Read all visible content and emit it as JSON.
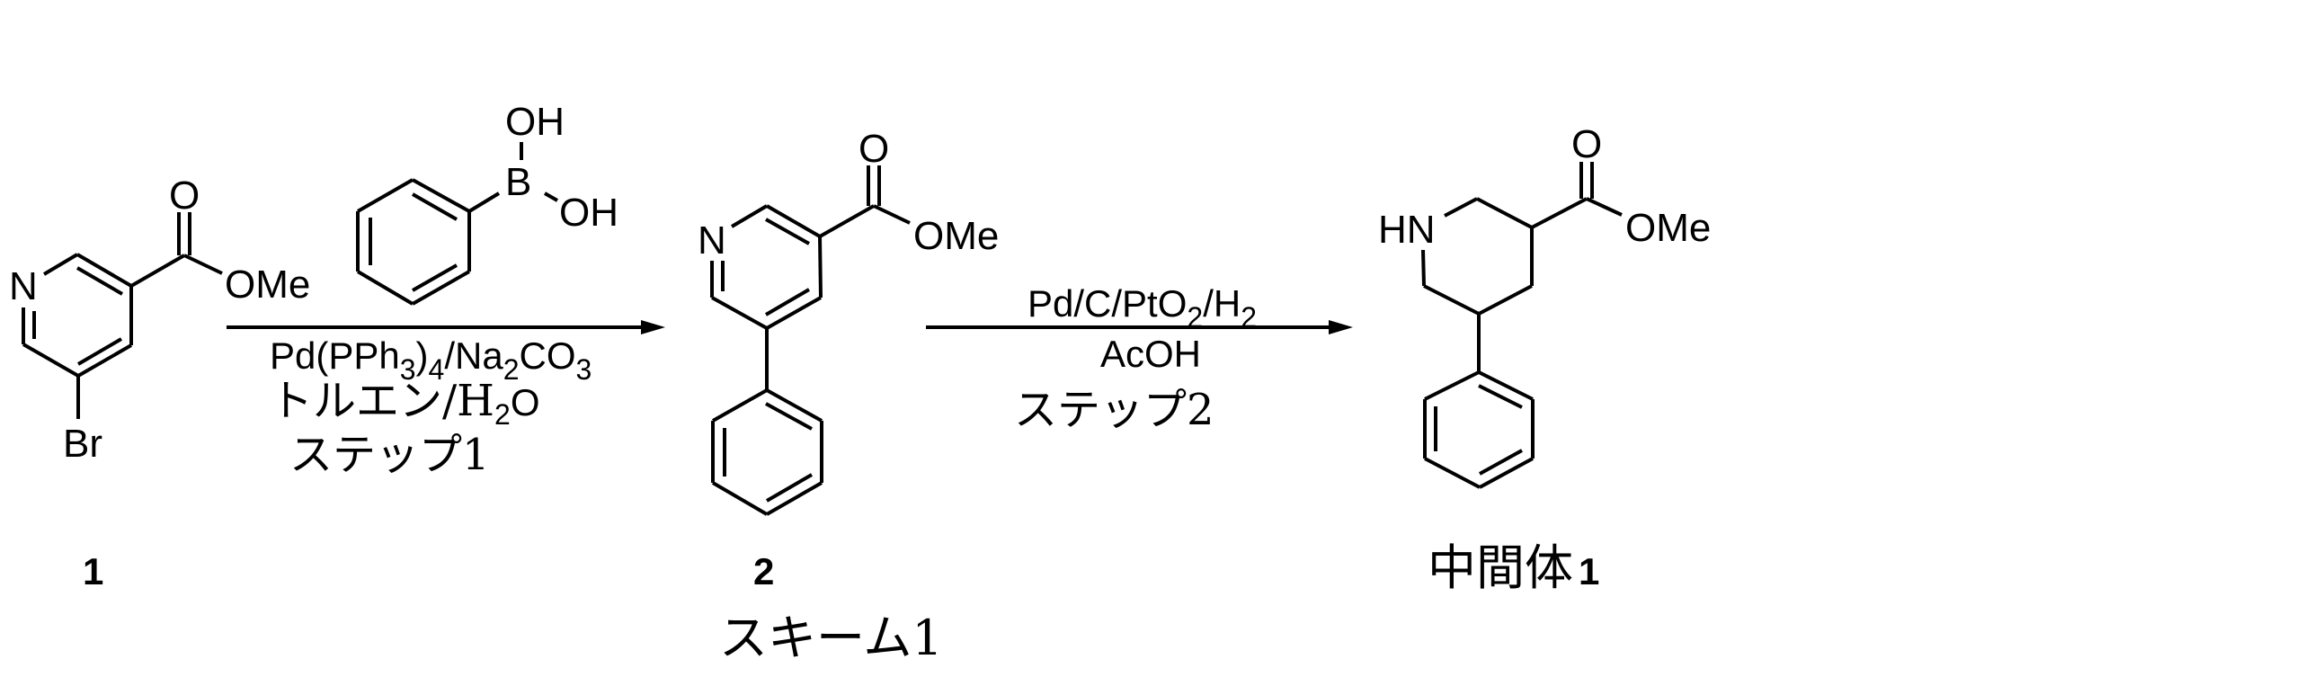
{
  "scheme": {
    "caption": "スキーム1",
    "colors": {
      "ink": "#000000",
      "background": "#ffffff"
    }
  },
  "compounds": [
    {
      "id": "1",
      "label": "1",
      "name": "methyl 5-bromonicotinate",
      "atoms": {
        "n": "N",
        "o_carbonyl": "O",
        "ester": "OMe",
        "halogen": "Br"
      }
    },
    {
      "id": "reagent",
      "name": "phenylboronic acid",
      "atoms": {
        "boron": "B",
        "oh_top": "OH",
        "oh_right": "OH"
      }
    },
    {
      "id": "2",
      "label": "2",
      "name": "methyl 5-phenylnicotinate",
      "atoms": {
        "n": "N",
        "o_carbonyl": "O",
        "ester": "OMe"
      }
    },
    {
      "id": "intermediate-1",
      "label_text": "中間体",
      "label_num": "1",
      "name": "methyl 5-phenylpiperidine-3-carboxylate",
      "atoms": {
        "nh": "HN",
        "o_carbonyl": "O",
        "ester": "OMe"
      }
    }
  ],
  "steps": [
    {
      "id": "step1",
      "above": "",
      "below_line1": {
        "pd": "Pd(PPh",
        "s3": "3",
        "close": ")",
        "s4": "4",
        "na": "/Na",
        "s2": "2",
        "co": "CO",
        "s3b": "3"
      },
      "below_line2": {
        "solvent": "トルエン/H",
        "s2": "2",
        "o": "O"
      },
      "step_label": "ステップ1"
    },
    {
      "id": "step2",
      "above": {
        "a": "Pd/C/PtO",
        "s2": "2",
        "b": "/H",
        "s2b": "2"
      },
      "below_line1": "AcOH",
      "step_label": "ステップ2"
    }
  ]
}
